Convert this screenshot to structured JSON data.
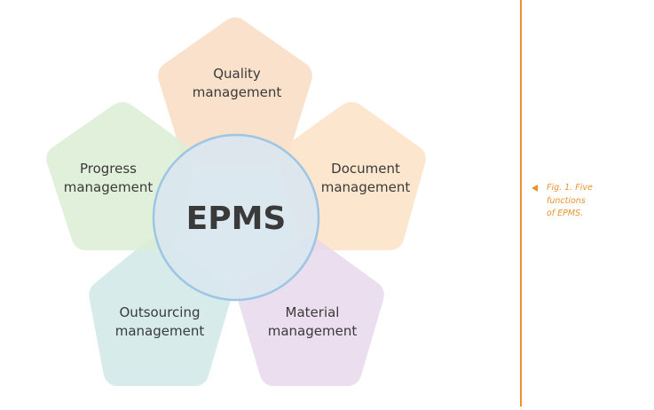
{
  "diagram": {
    "center": {
      "label": "EPMS",
      "fill": "#d9e6ef",
      "stroke": "#9cc6e4"
    },
    "nodes": [
      {
        "id": "quality",
        "lines": [
          "Quality",
          "management"
        ],
        "color": "#f9dcc3"
      },
      {
        "id": "document",
        "lines": [
          "Document",
          "management"
        ],
        "color": "#fbe2c4"
      },
      {
        "id": "material",
        "lines": [
          "Material",
          "management"
        ],
        "color": "#e8d8ec"
      },
      {
        "id": "outsourcing",
        "lines": [
          "Outsourcing",
          "management"
        ],
        "color": "#cfe7e6"
      },
      {
        "id": "progress",
        "lines": [
          "Progress",
          "management"
        ],
        "color": "#dcedd3"
      }
    ]
  },
  "caption": {
    "lines": [
      "Fig. 1. Five",
      "functions",
      "of EPMS."
    ],
    "color": "#e9922e"
  }
}
